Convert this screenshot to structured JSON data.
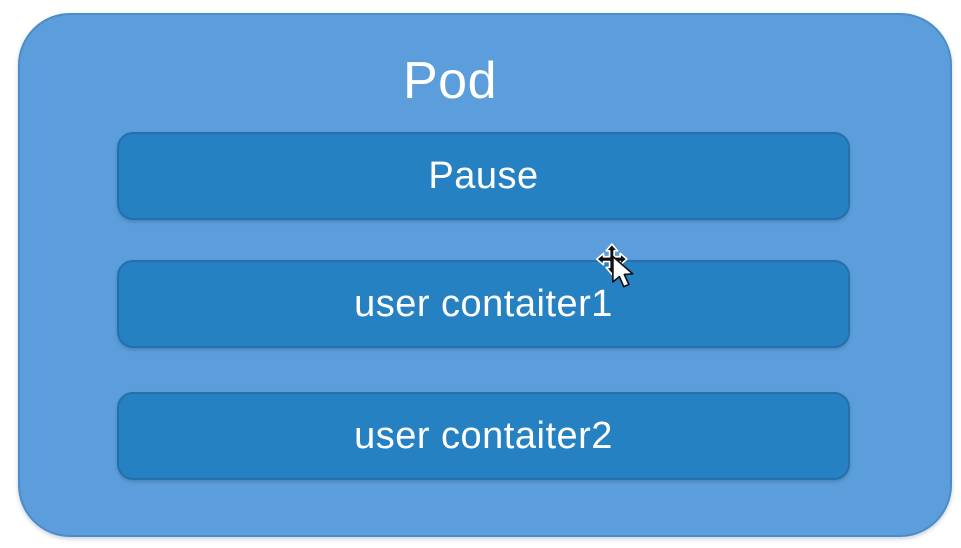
{
  "diagram": {
    "title": "Pod",
    "shapes": [
      {
        "label": "Pause"
      },
      {
        "label": "user contaiter1"
      },
      {
        "label": "user contaiter2"
      }
    ]
  },
  "cursor": {
    "icon": "move-cursor"
  },
  "colors": {
    "canvas_bg": "#FFFFFF",
    "pod_fill": "#5B9EDB",
    "pod_border": "#4C8CC8",
    "box_fill": "#2681C2",
    "box_border": "#2470AB",
    "label_text": "#FFFFFF"
  }
}
